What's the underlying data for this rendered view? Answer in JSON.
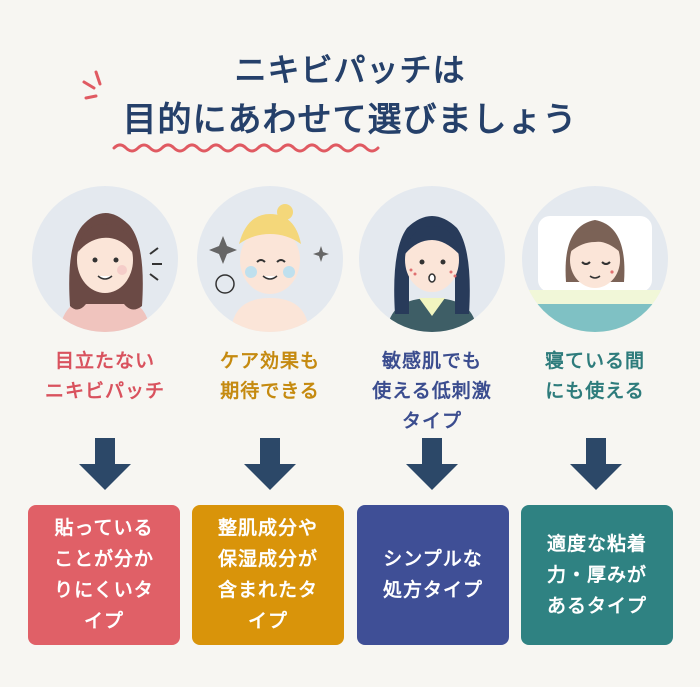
{
  "title": {
    "line1": "ニキビパッチは",
    "line2": "目的にあわせて選びましょう"
  },
  "columns": [
    {
      "label": [
        "目立たない",
        "ニキビパッチ"
      ],
      "box": [
        "貼っている",
        "ことが分か",
        "りにくいタ",
        "イプ"
      ],
      "color": "#e06067"
    },
    {
      "label": [
        "ケア効果も",
        "期待できる"
      ],
      "box": [
        "整肌成分や",
        "保湿成分が",
        "含まれたタ",
        "イプ"
      ],
      "color": "#d9940a"
    },
    {
      "label": [
        "敏感肌でも",
        "使える低刺激",
        "タイプ"
      ],
      "box": [
        "シンプルな",
        "処方タイプ"
      ],
      "color": "#3f4f96"
    },
    {
      "label": [
        "寝ている間",
        "にも使える"
      ],
      "box": [
        "適度な粘着",
        "力・厚みが",
        "あるタイプ"
      ],
      "color": "#2f8282"
    }
  ],
  "colors": {
    "title": "#25406a",
    "arrow": "#2c4868",
    "accent_wave": "#e05a62"
  }
}
